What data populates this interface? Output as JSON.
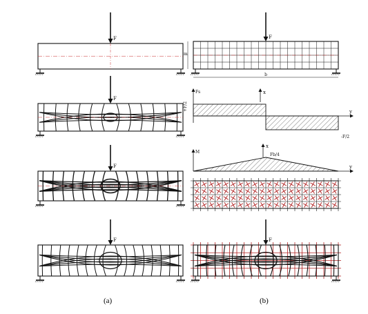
{
  "labels": {
    "force": "F",
    "panel_a": "(a)",
    "panel_b": "(b)",
    "dim_h": "m",
    "dim_b": "b",
    "shear_axis": "Fs",
    "moment_axis": "M",
    "axis_x": "x",
    "axis_y": "y",
    "shear_pos": "+F/2",
    "shear_neg": "-F/2",
    "moment_peak": "Fb/4"
  },
  "colors": {
    "ink": "#111111",
    "centerline": "#cc3333",
    "mesh_red": "#b02020",
    "hatch": "#444444"
  }
}
